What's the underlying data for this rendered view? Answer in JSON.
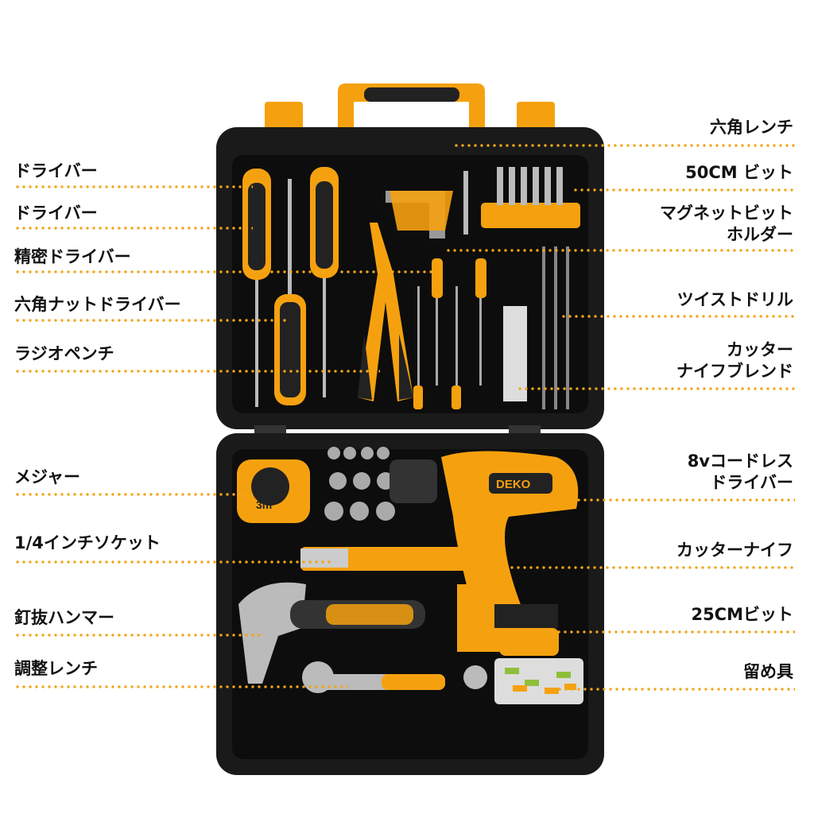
{
  "brand": "DEKO",
  "tape_measure_label": "3m",
  "colors": {
    "accent": "#f5a10f",
    "case": "#1a1a1a",
    "dots": "#f2a516"
  },
  "left_labels": [
    {
      "text": "ドライバー"
    },
    {
      "text": "ドライバー"
    },
    {
      "text": "精密ドライバー"
    },
    {
      "text": "六角ナットドライバー"
    },
    {
      "text": "ラジオペンチ"
    },
    {
      "text": "メジャー"
    },
    {
      "text": "1/4インチソケット"
    },
    {
      "text": "釘抜ハンマー"
    },
    {
      "text": "調整レンチ"
    }
  ],
  "right_labels": [
    {
      "text": "六角レンチ"
    },
    {
      "text": "50CM ビット"
    },
    {
      "line1": "マグネットビット",
      "line2": "ホルダー"
    },
    {
      "text": "ツイストドリル"
    },
    {
      "line1": "カッター",
      "line2": "ナイフブレンド"
    },
    {
      "line1": "8vコードレス",
      "line2": "ドライバー"
    },
    {
      "text": "カッターナイフ"
    },
    {
      "text": "25CMビット"
    },
    {
      "text": "留め具"
    }
  ]
}
